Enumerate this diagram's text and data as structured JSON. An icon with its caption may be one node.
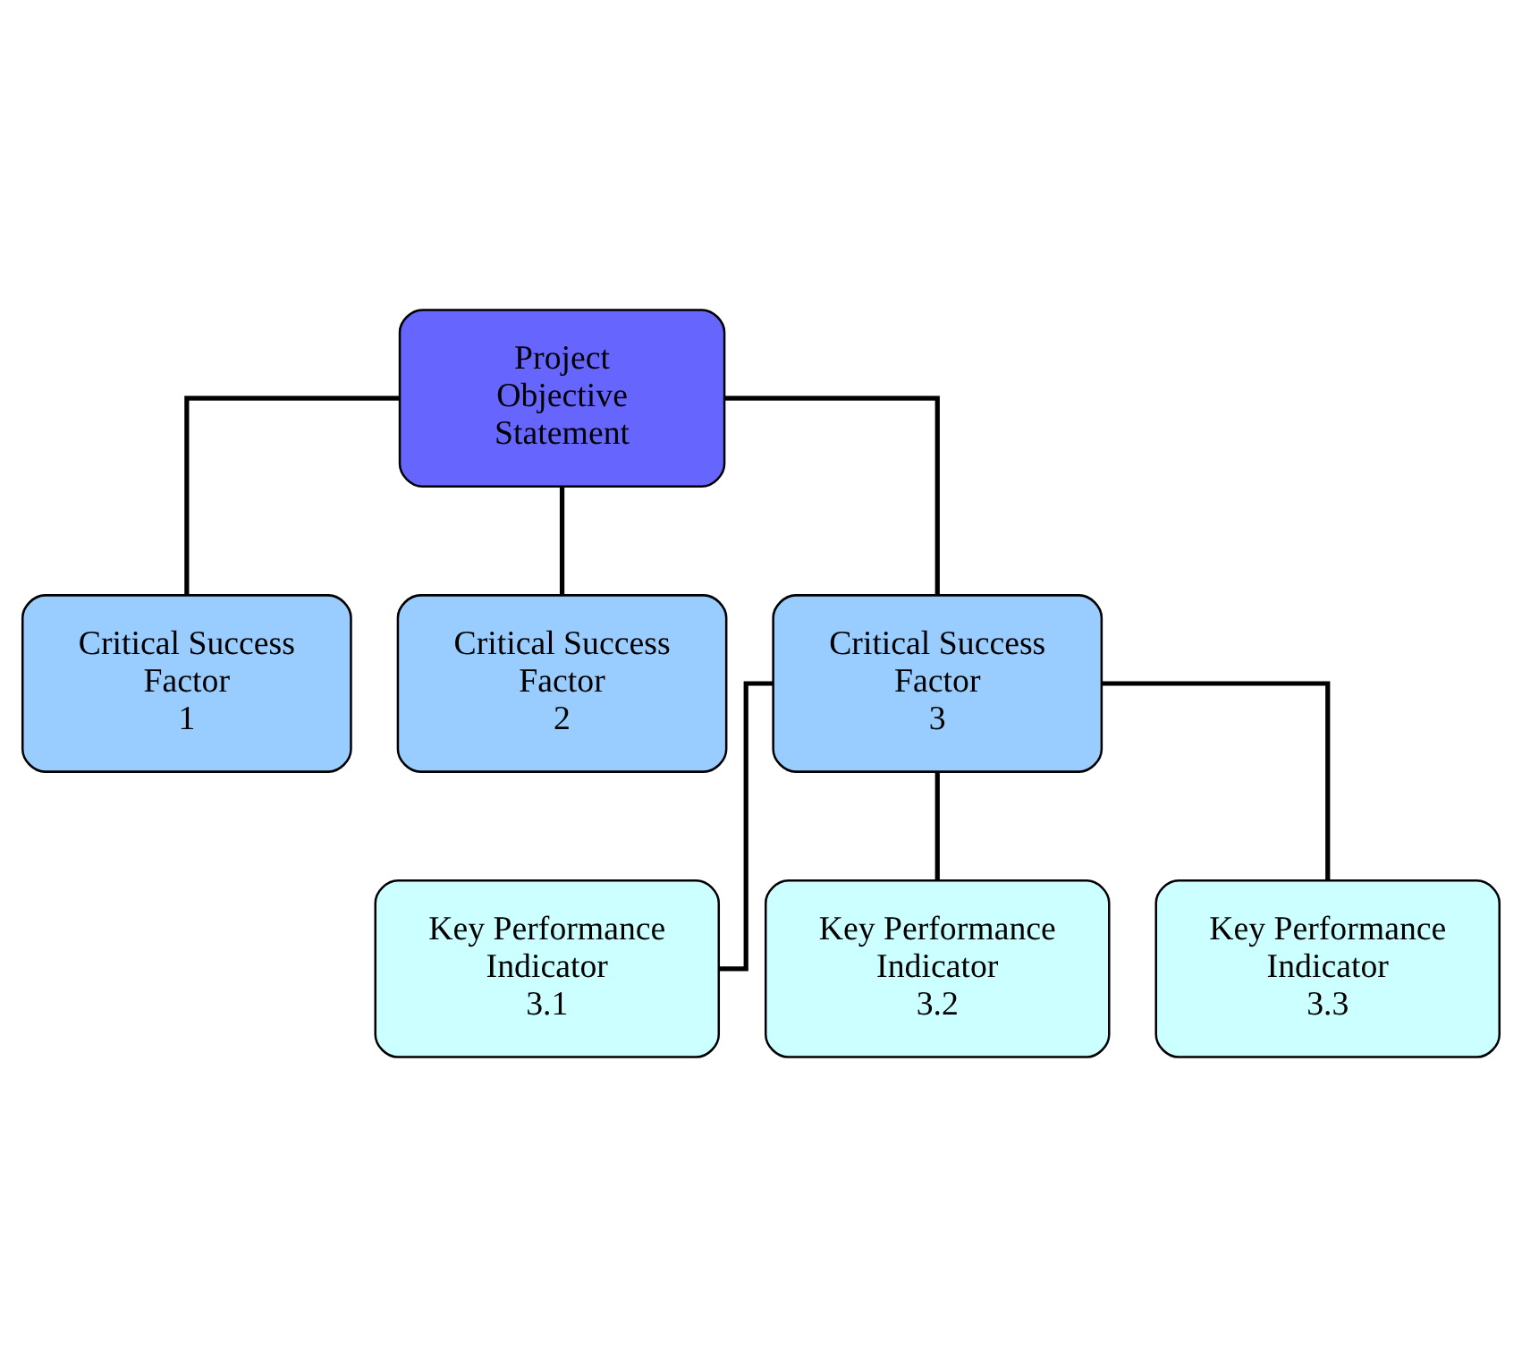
{
  "diagram": {
    "nodes": [
      {
        "text": [
          "Project Objective Statement"
        ]
      },
      {
        "text": [
          "Critical Success Factor 1"
        ]
      },
      {
        "text": [
          "Critical Success Factor 2"
        ]
      },
      {
        "text": [
          "Critical Success Factor 3"
        ]
      },
      {
        "text": [
          "Key Performance Indicator 3.1"
        ]
      },
      {
        "text": [
          "Key Performance Indicator 3.2"
        ]
      },
      {
        "text": [
          "Key Performance Indicator 3.3"
        ]
      }
    ],
    "edges": [
      {
        "from": 0,
        "to": 1,
        "arrow": "none"
      },
      {
        "from": 0,
        "to": 2,
        "arrow": "none"
      },
      {
        "from": 0,
        "to": 3,
        "arrow": "none"
      },
      {
        "from": 3,
        "to": 4,
        "arrow": "none"
      },
      {
        "from": 3,
        "to": 5,
        "arrow": "none"
      },
      {
        "from": 3,
        "to": 6,
        "arrow": "none"
      }
    ]
  }
}
